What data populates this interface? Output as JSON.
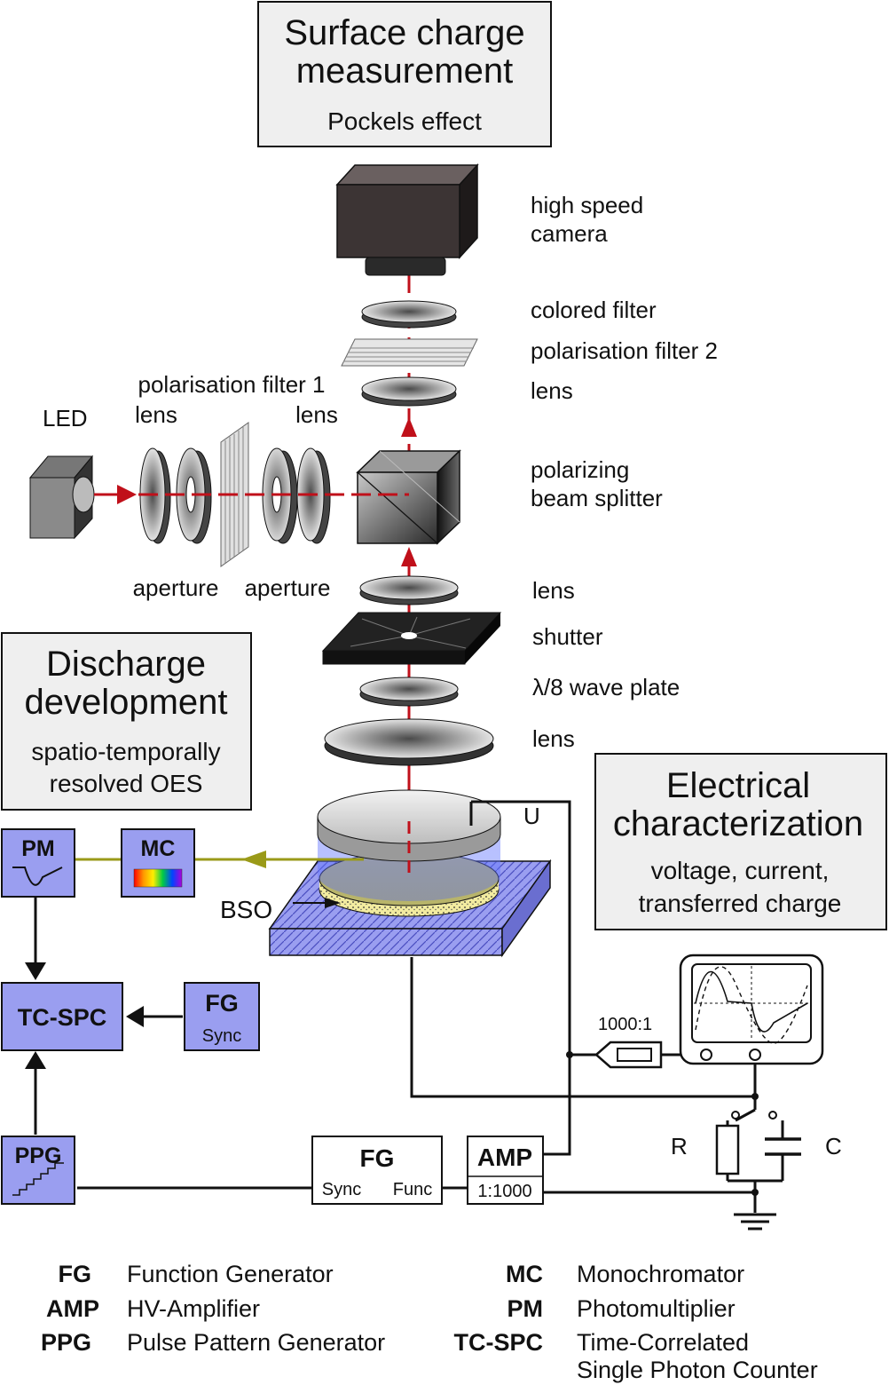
{
  "sections": {
    "surface": {
      "title_line1": "Surface charge",
      "title_line2": "measurement",
      "subtitle": "Pockels effect"
    },
    "discharge": {
      "title_line1": "Discharge",
      "title_line2": "development",
      "subtitle_line1": "spatio-temporally",
      "subtitle_line2": "resolved OES"
    },
    "electrical": {
      "title_line1": "Electrical",
      "title_line2": "characterization",
      "subtitle_line1": "voltage, current,",
      "subtitle_line2": "transferred charge"
    }
  },
  "optics": {
    "camera_line1": "high speed",
    "camera_line2": "camera",
    "colored_filter": "colored filter",
    "pol_filter_2": "polarisation filter 2",
    "lens": "lens",
    "splitter_line1": "polarizing",
    "splitter_line2": "beam splitter",
    "shutter": "shutter",
    "wave_plate": "λ/8 wave plate",
    "led": "LED",
    "pol_filter_1": "polarisation filter 1",
    "aperture": "aperture",
    "bso": "BSO"
  },
  "electrical": {
    "u": "U",
    "ratio": "1000:1",
    "r": "R",
    "c": "C"
  },
  "boxes": {
    "pm": "PM",
    "mc": "MC",
    "tcspc": "TC-SPC",
    "fg": "FG",
    "sync": "Sync",
    "ppg": "PPG",
    "fg2": "FG",
    "fg2_sync": "Sync",
    "fg2_func": "Func",
    "amp": "AMP",
    "amp_ratio": "1:1000"
  },
  "legend": [
    {
      "abbr": "FG",
      "text": "Function Generator"
    },
    {
      "abbr": "AMP",
      "text": "HV-Amplifier"
    },
    {
      "abbr": "PPG",
      "text": "Pulse Pattern Generator"
    },
    {
      "abbr": "MC",
      "text": "Monochromator"
    },
    {
      "abbr": "PM",
      "text": "Photomultiplier"
    },
    {
      "abbr": "TC-SPC",
      "text": "Time-Correlated",
      "text2": "Single Photon Counter"
    }
  ],
  "colors": {
    "beam": "#c0101a",
    "fiber": "#9a9a18",
    "box_fill": "#9a9ef0",
    "panel_fill": "#efefef"
  }
}
